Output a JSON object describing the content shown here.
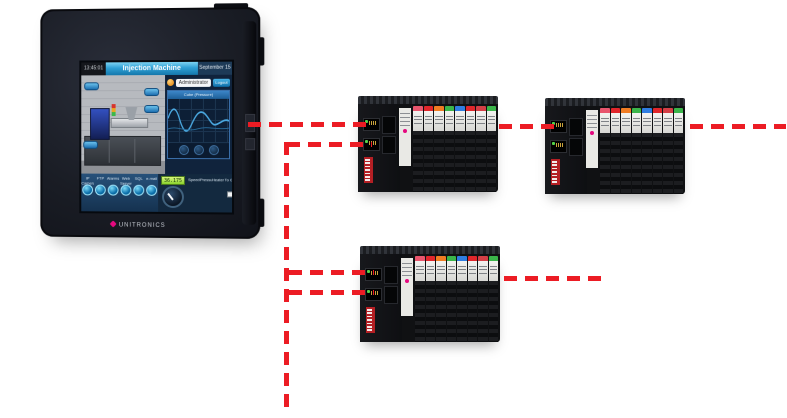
{
  "colors": {
    "connection_red": "#ec1c24",
    "device_body": "#1a1d25",
    "header_blue": "#2e9fd4",
    "lcd_green": "#8ad42c",
    "brand_magenta": "#e5097f"
  },
  "hmi": {
    "brand": "UNITRONICS",
    "screen": {
      "time": "13:45:01",
      "title": "Injection Machine",
      "date": "September 15",
      "login": {
        "user": "Administrator",
        "button": "Logout"
      },
      "trend": {
        "title": "Cube (Pressure)"
      },
      "app_buttons": [
        {
          "label": "IP Camera"
        },
        {
          "label": "FTP"
        },
        {
          "label": "Alarms"
        },
        {
          "label": "Web Server"
        },
        {
          "label": "SQL"
        },
        {
          "label": "e-mail"
        }
      ],
      "metrics": {
        "lcd_value": "36.175",
        "bars": [
          {
            "label": "Speed",
            "color": "#2db82d",
            "value": 82
          },
          {
            "label": "Pressure",
            "color": "#cc2222",
            "value": 38
          },
          {
            "label": "Heater",
            "color": "#2b5cc0",
            "value": 55
          }
        ],
        "slider_label": "To Go"
      }
    }
  },
  "racks": [
    {
      "id": "remote-io-rack-1"
    },
    {
      "id": "remote-io-rack-2"
    },
    {
      "id": "remote-io-rack-3"
    }
  ],
  "rack_module_colors": [
    "#e8556d",
    "#e0262b",
    "#f07c23",
    "#3bb54a",
    "#2f7de1",
    "#e0262b",
    "#d43f46",
    "#3bb54a"
  ]
}
